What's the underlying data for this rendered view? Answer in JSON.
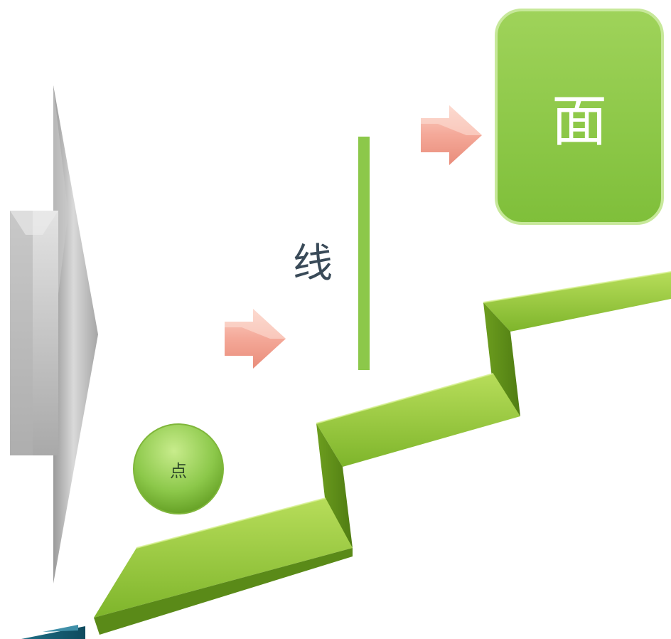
{
  "diagram": {
    "point_label": "点",
    "line_label": "线",
    "face_label": "面"
  },
  "colors": {
    "green_light": "#b6e07a",
    "green": "#8cc84a",
    "green_dark": "#5f9a1f",
    "line_green": "#8cc84a",
    "arrow_pink": "#f4a898",
    "gray_arrow": "#b8b8b8",
    "text_dark": "#394a58"
  }
}
